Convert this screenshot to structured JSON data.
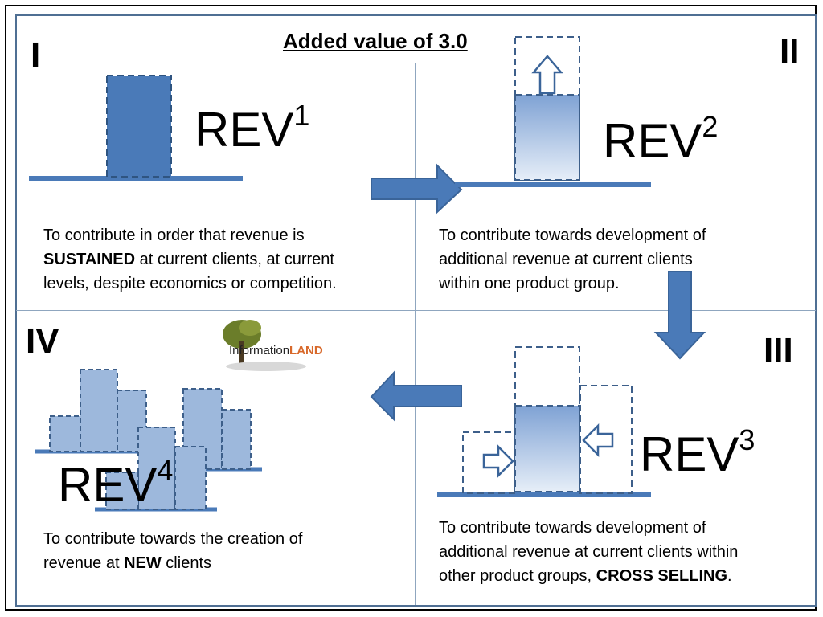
{
  "title": "Added value of 3.0",
  "quadrants": [
    {
      "roman": "I",
      "rev_base": "REV",
      "rev_sup": "1",
      "desc_lines": [
        {
          "pre": "To contribute in order that revenue is",
          "bold": "",
          "post": ""
        },
        {
          "pre": "",
          "bold": "SUSTAINED",
          "post": " at current clients, at current"
        },
        {
          "pre": "levels, despite economics or competition.",
          "bold": "",
          "post": ""
        }
      ]
    },
    {
      "roman": "II",
      "rev_base": "REV",
      "rev_sup": "2",
      "desc_lines": [
        {
          "pre": "To contribute towards development of",
          "bold": "",
          "post": ""
        },
        {
          "pre": "additional revenue at current clients",
          "bold": "",
          "post": ""
        },
        {
          "pre": "within one product group.",
          "bold": "",
          "post": ""
        }
      ]
    },
    {
      "roman": "III",
      "rev_base": "REV",
      "rev_sup": "3",
      "desc_lines": [
        {
          "pre": "To contribute towards development of",
          "bold": "",
          "post": ""
        },
        {
          "pre": "additional revenue at current clients within",
          "bold": "",
          "post": ""
        },
        {
          "pre": "other product groups, ",
          "bold": "CROSS SELLING",
          "post": "."
        }
      ]
    },
    {
      "roman": "IV",
      "rev_base": "REV",
      "rev_sup": "4",
      "desc_lines": [
        {
          "pre": "To contribute towards the creation of",
          "bold": "",
          "post": ""
        },
        {
          "pre": "revenue at ",
          "bold": "NEW",
          "post": " clients"
        }
      ]
    }
  ],
  "logo": {
    "text_main": "Information",
    "text_accent": "LAND"
  },
  "colors": {
    "bar_dark": "#4a7ab8",
    "bar_light": "#9db8dc",
    "arrow": "#4a7ab8",
    "dash": "#3d5f8a",
    "baseline": "#4a7ab8"
  }
}
